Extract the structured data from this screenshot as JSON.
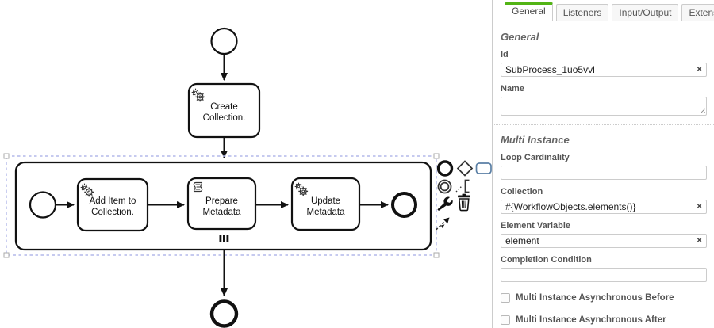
{
  "diagram": {
    "selection_color": "#b3b8ea",
    "stroke_color": "#111111",
    "tasks": {
      "create_collection": {
        "line1": "Create",
        "line2": "Collection."
      },
      "add_item": {
        "line1": "Add Item to",
        "line2": "Collection."
      },
      "prepare_metadata": {
        "line1": "Prepare",
        "line2": "Metadata"
      },
      "update_metadata": {
        "line1": "Update",
        "line2": "Metadata"
      }
    },
    "context_pad": {
      "append_end_event": "append-end-event",
      "append_gateway": "append-gateway",
      "append_task": "append-task",
      "append_intermediate_event": "append-intermediate-event",
      "append_text_annotation": "append-text-annotation",
      "change_type": "wrench",
      "delete": "trash",
      "connect": "connect"
    }
  },
  "panel": {
    "accent_green": "#52b415",
    "clear_icon": "×",
    "tabs": [
      {
        "label": "General"
      },
      {
        "label": "Listeners"
      },
      {
        "label": "Input/Output"
      },
      {
        "label": "Extensions"
      }
    ],
    "general": {
      "section_title": "General",
      "id_label": "Id",
      "id_value": "SubProcess_1uo5vvl",
      "name_label": "Name",
      "name_value": ""
    },
    "multi_instance": {
      "section_title": "Multi Instance",
      "loop_cardinality_label": "Loop Cardinality",
      "loop_cardinality_value": "",
      "collection_label": "Collection",
      "collection_value": "#{WorkflowObjects.elements()}",
      "element_variable_label": "Element Variable",
      "element_variable_value": "element",
      "completion_condition_label": "Completion Condition",
      "completion_condition_value": "",
      "async_before_label": "Multi Instance Asynchronous Before",
      "async_after_label": "Multi Instance Asynchronous After"
    }
  }
}
